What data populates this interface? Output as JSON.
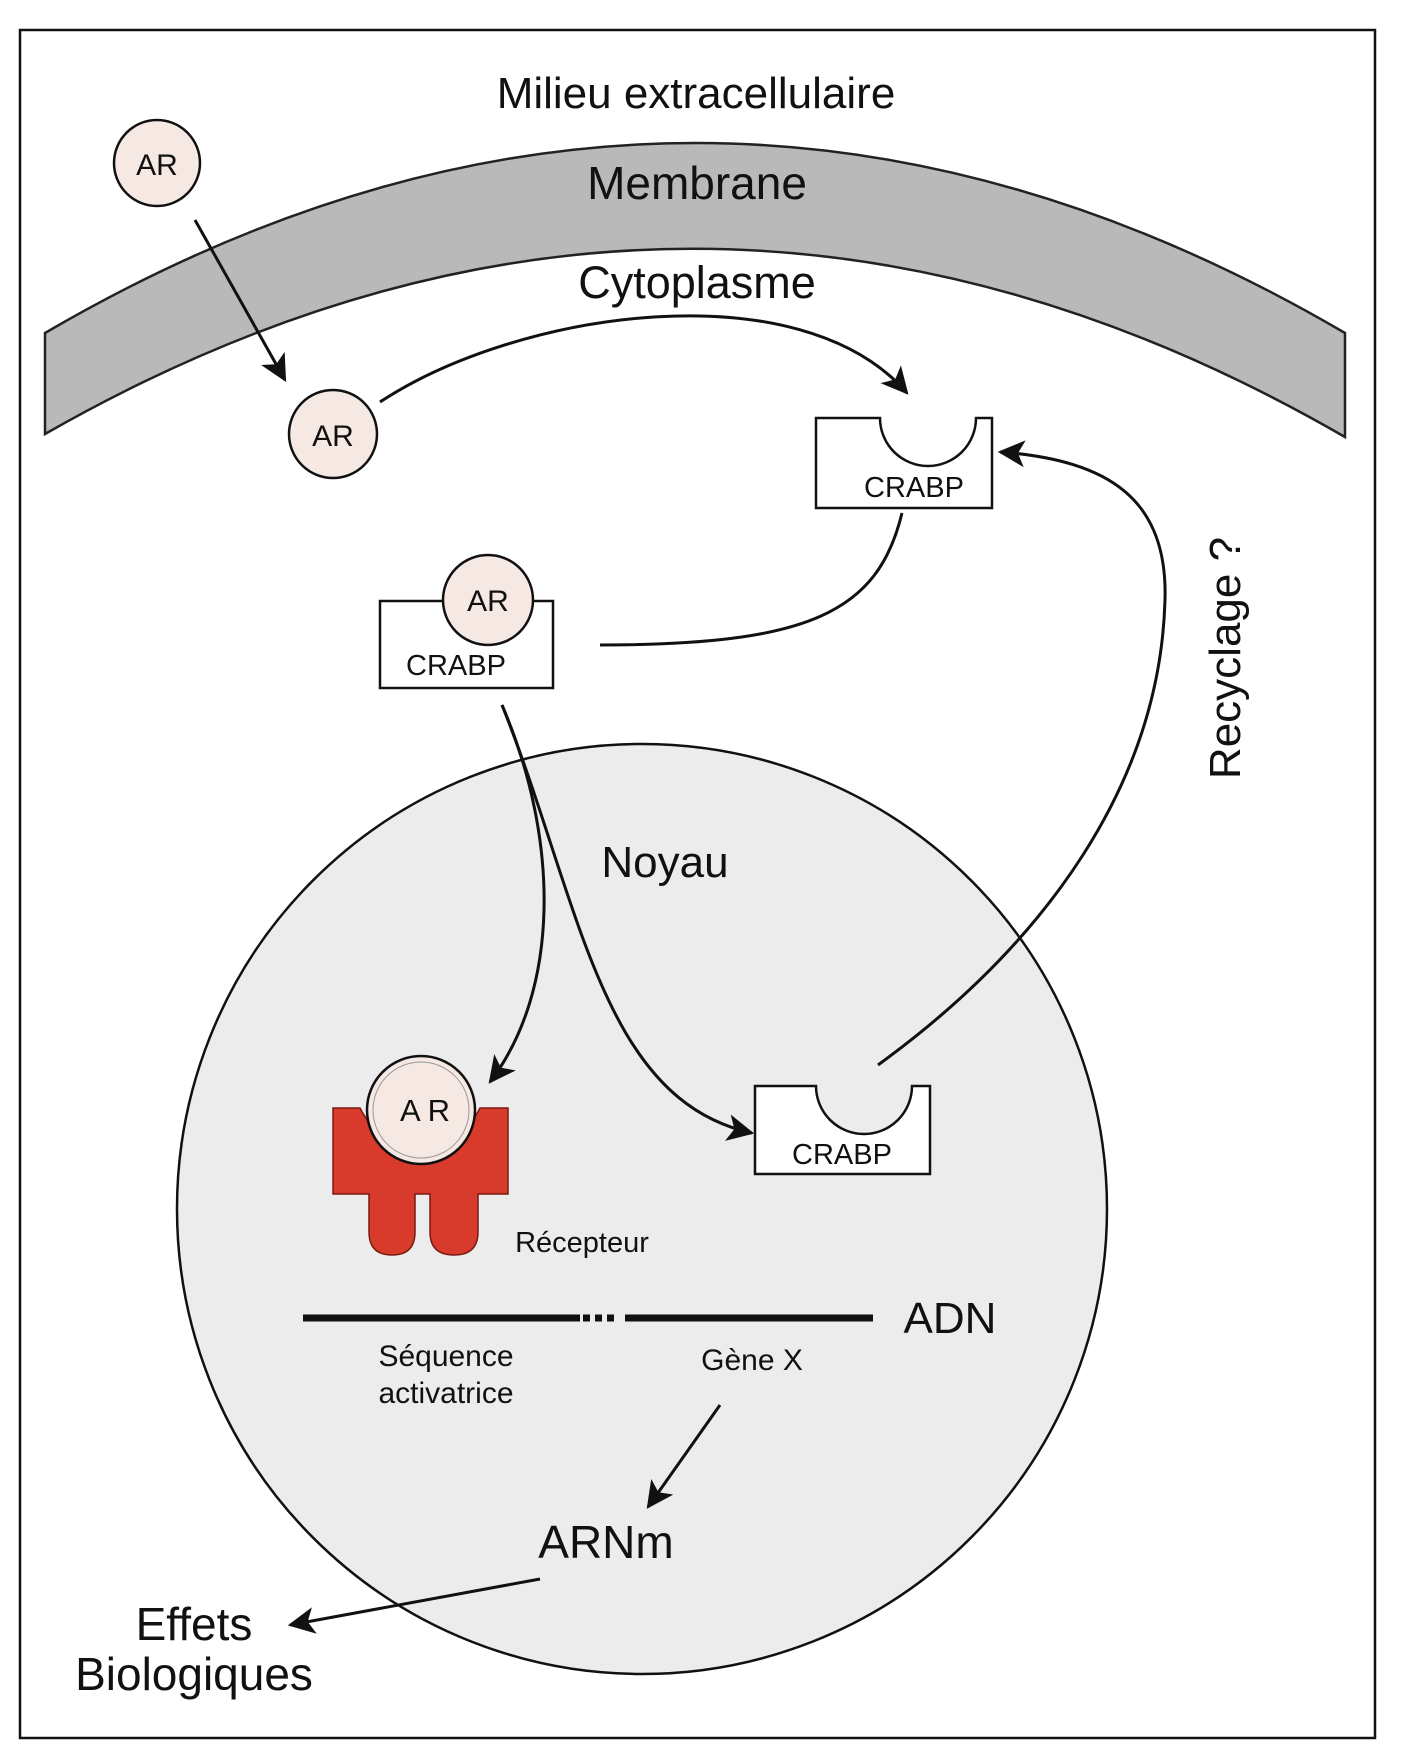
{
  "labels": {
    "extracellular": "Milieu extracellulaire",
    "membrane": "Membrane",
    "cytoplasm": "Cytoplasme",
    "nucleus": "Noyau",
    "recycling": "Recyclage ?",
    "receptor": "Récepteur",
    "dna": "ADN",
    "activator_seq_line1": "Séquence",
    "activator_seq_line2": "activatrice",
    "gene": "Gène X",
    "mrna": "ARNm",
    "effects_line1": "Effets",
    "effects_line2": "Biologiques"
  },
  "molecules": {
    "ar_outside": "AR",
    "ar_cytoplasm": "AR",
    "ar_complex": "AR",
    "ar_receptor": "A R",
    "crabp_empty": "CRABP",
    "crabp_complex": "CRABP",
    "crabp_nucleus": "CRABP"
  },
  "colors": {
    "membrane": "#b9b9b9",
    "nucleus": "#ececec",
    "molecule_fill": "#f6e8e3",
    "receptor": "#d83a2b"
  }
}
